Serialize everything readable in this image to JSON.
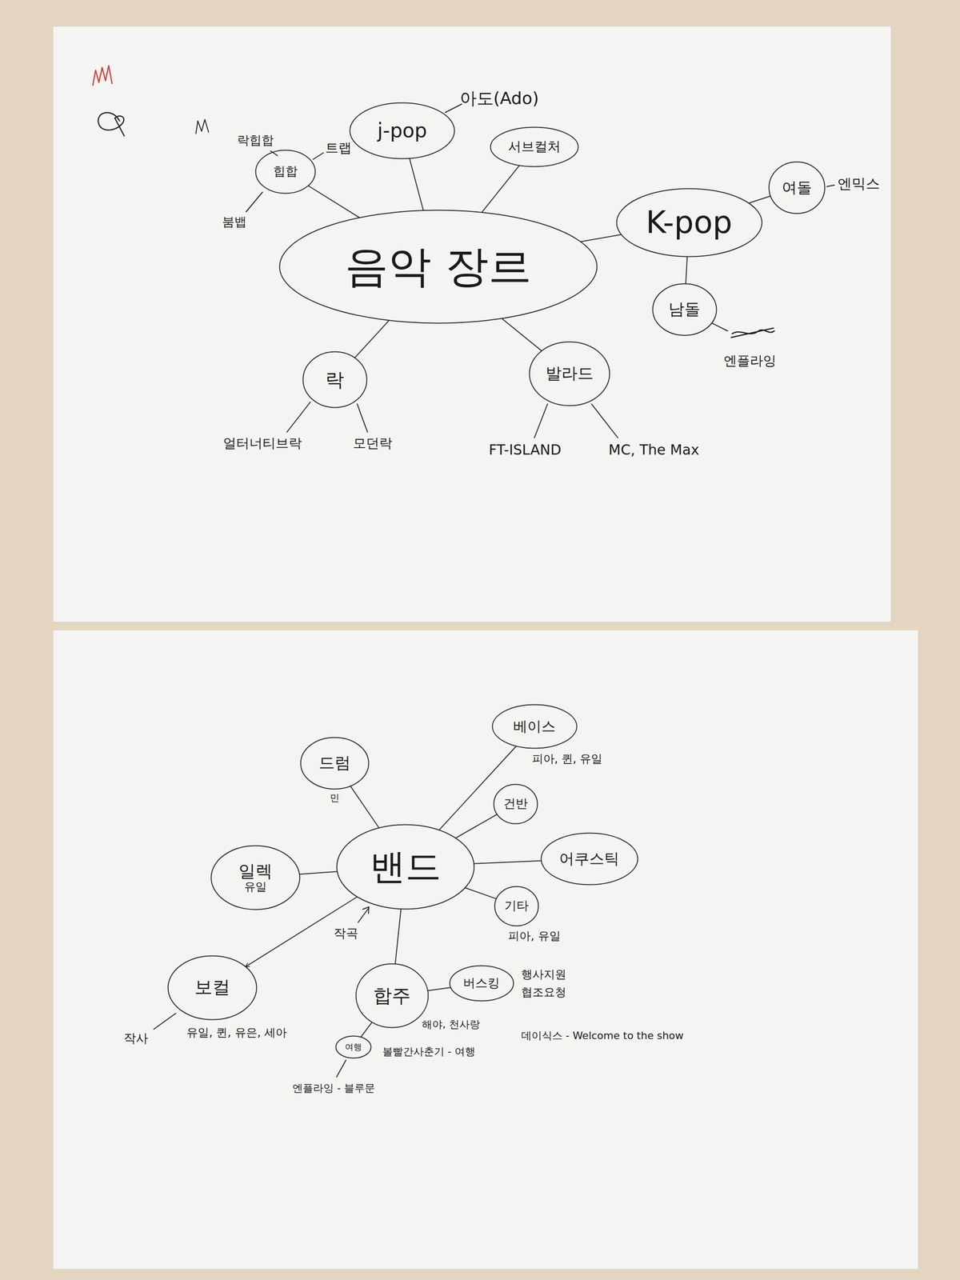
{
  "diagram": {
    "nodes": [
      {
        "text": [
          "음악 장르"
        ]
      },
      {
        "text": [
          "힙합"
        ]
      },
      {
        "text": [
          "j-pop"
        ]
      },
      {
        "text": [
          "서브컬처"
        ]
      },
      {
        "text": [
          "K-pop"
        ]
      },
      {
        "text": [
          "여돌"
        ]
      },
      {
        "text": [
          "남돌"
        ]
      },
      {
        "text": [
          "락"
        ]
      },
      {
        "text": [
          "발라드"
        ]
      },
      {
        "text": [
          "밴드"
        ]
      },
      {
        "text": [
          "드럼"
        ]
      },
      {
        "text": [
          "베이스"
        ]
      },
      {
        "text": [
          "건반"
        ]
      },
      {
        "text": [
          "어쿠스틱"
        ]
      },
      {
        "text": [
          "일렉",
          "유일"
        ]
      },
      {
        "text": [
          "기타"
        ]
      },
      {
        "text": [
          "보컬"
        ]
      },
      {
        "text": [
          "합주"
        ]
      },
      {
        "text": [
          "버스킹"
        ]
      },
      {
        "text": [
          "여행"
        ]
      }
    ],
    "edges": [
      {
        "from": 0,
        "to": 1,
        "arrow": "none"
      },
      {
        "from": 0,
        "to": 2,
        "arrow": "none"
      },
      {
        "from": 0,
        "to": 3,
        "arrow": "none"
      },
      {
        "from": 0,
        "to": 4,
        "arrow": "none"
      },
      {
        "from": 0,
        "to": 7,
        "arrow": "none"
      },
      {
        "from": 0,
        "to": 8,
        "arrow": "none"
      },
      {
        "from": 4,
        "to": 5,
        "arrow": "none"
      },
      {
        "from": 4,
        "to": 6,
        "arrow": "none"
      },
      {
        "from": 9,
        "to": 10,
        "arrow": "none"
      },
      {
        "from": 9,
        "to": 11,
        "arrow": "none"
      },
      {
        "from": 9,
        "to": 12,
        "arrow": "none"
      },
      {
        "from": 9,
        "to": 13,
        "arrow": "none"
      },
      {
        "from": 9,
        "to": 14,
        "arrow": "none"
      },
      {
        "from": 9,
        "to": 15,
        "arrow": "none"
      },
      {
        "from": 9,
        "to": 16,
        "arrow": "to"
      },
      {
        "from": 9,
        "to": 17,
        "arrow": "none"
      },
      {
        "from": 17,
        "to": 18,
        "arrow": "none"
      },
      {
        "from": 17,
        "to": 19,
        "arrow": "none"
      }
    ],
    "labels": [
      "락힙합",
      "트랩",
      "붐뱁",
      "아도(Ado)",
      "엔믹스",
      "엔플라잉",
      "얼터너티브락",
      "모던락",
      "FT-ISLAND",
      "MC, The Max",
      "민",
      "피아, 퀸, 유일",
      "피아, 유일",
      "유일, 퀸, 유은, 세아",
      "작사",
      "작곡",
      "행사지원",
      "협조요청",
      "해야, 천사랑",
      "데이식스 - Welcome to the show",
      "볼빨간사춘기 - 여행",
      "엔플라잉 - 블루문"
    ]
  }
}
